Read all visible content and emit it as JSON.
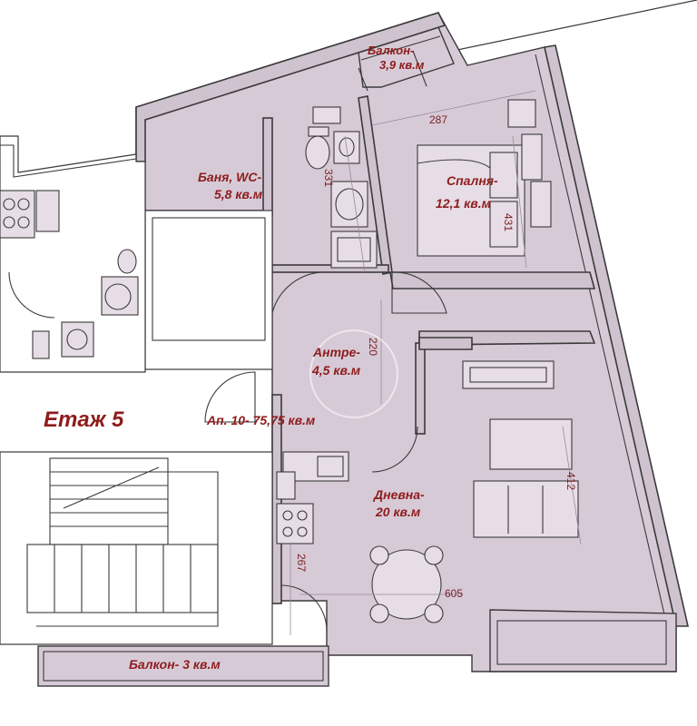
{
  "labels": {
    "balcony_top_1": "Балкон-",
    "balcony_top_2": "3,9 кв.м",
    "bath_1": "Баня,  WC-",
    "bath_2": "5,8 кв.м",
    "bedroom_1": "Спалня-",
    "bedroom_2": "12,1 кв.м",
    "hall_1": "Антре-",
    "hall_2": "4,5 кв.м",
    "floor": "Етаж 5",
    "apartment": "Ап. 10- 75,75 кв.м",
    "living_1": "Дневна-",
    "living_2": "20 кв.м",
    "balcony_bottom": "Балкон- 3 кв.м"
  },
  "dimensions": {
    "d287": "287",
    "d331": "331",
    "d431": "431",
    "d220": "220",
    "d412": "412",
    "d267": "267",
    "d605": "605"
  },
  "colors": {
    "apartment_fill": "#d7cad7",
    "label_text": "#8e1c1c"
  }
}
